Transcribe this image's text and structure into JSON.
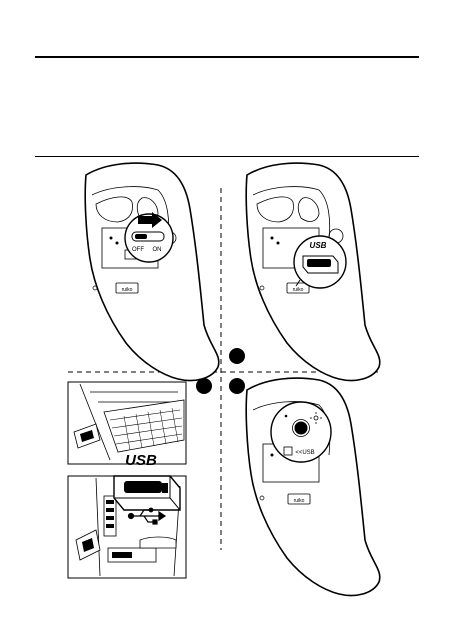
{
  "switch": {
    "off_label": "OFF",
    "on_label": "ON"
  },
  "receiver": {
    "label_1": "USB",
    "label_2": "USB"
  },
  "mouse": {
    "badge_1": "ruiko",
    "badge_2": "ruiko",
    "badge_3": "ruiko"
  },
  "connect": {
    "mode_label": "<<USB"
  },
  "colors": {
    "line": "#000000",
    "fill": "#ffffff",
    "step_dot": "#000000"
  }
}
